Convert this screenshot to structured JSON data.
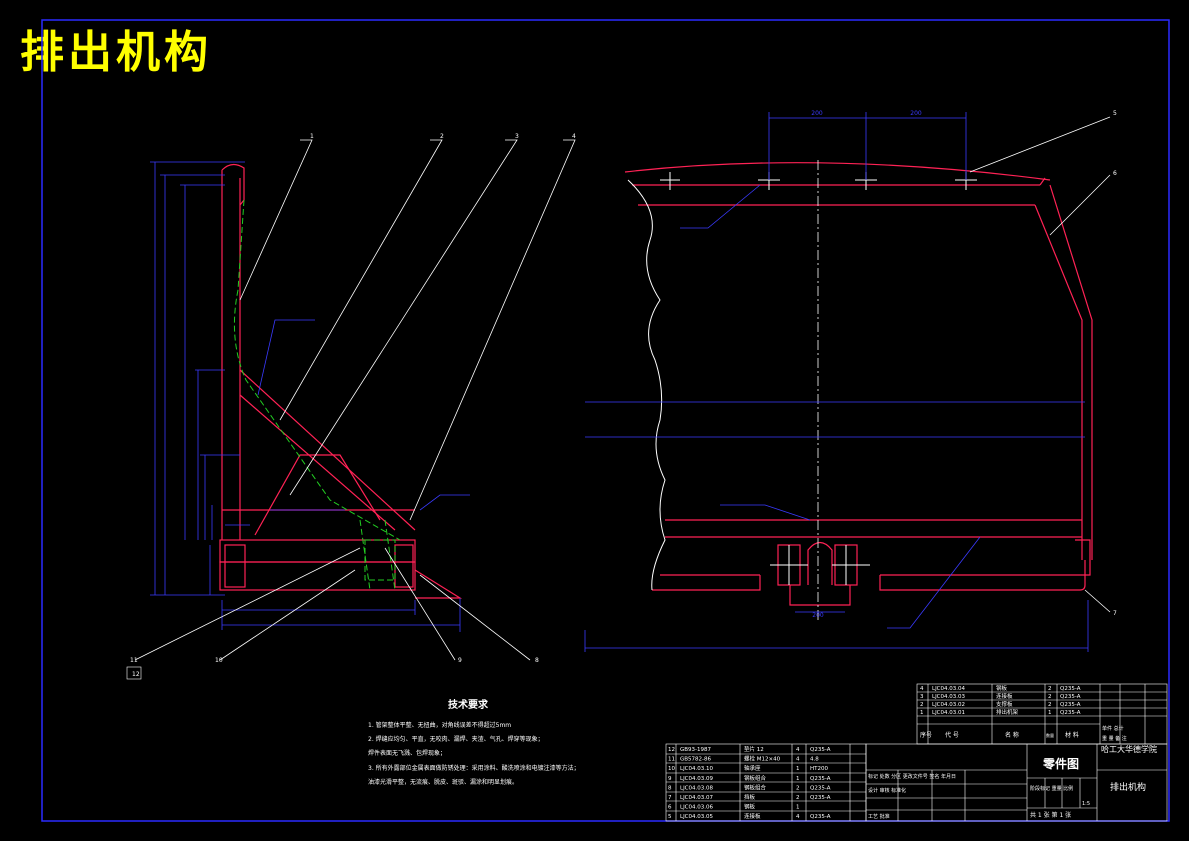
{
  "title": "排出机构",
  "colors": {
    "background": "#000000",
    "frame": "#2a2aff",
    "part": "#ff2255",
    "dim": "#3a3aff",
    "leader": "#ffffff",
    "hidden": "#22cc22",
    "title": "#ffff00"
  },
  "balloons": [
    "1",
    "2",
    "3",
    "4",
    "5",
    "6",
    "7",
    "8",
    "9",
    "10",
    "11",
    "12"
  ],
  "dimensions": {
    "top_left": "200",
    "top_right": "200",
    "bottom_center": "200"
  },
  "tech_req": {
    "heading": "技术要求",
    "items": [
      "1. 管架整体平整、无扭曲，对角线误差不得超过5mm",
      "2. 焊缝应均匀、平直，无咬肉、漏焊、夹渣、气孔、焊穿等现象；",
      "   焊件表面无飞溅、包焊现象；",
      "3. 所有外露部位金属表面做防锈处理：采用涂料、酸洗喷涂和电镀注漆等方法；",
      "   油漆光滑平整，无流痕、脱皮、斑驳、漏涂和明显划痕。"
    ]
  },
  "bom_upper": [
    {
      "no": "4",
      "code": "LJC04.03.04",
      "name": "钢板",
      "qty": "2",
      "mat": "Q235-A"
    },
    {
      "no": "3",
      "code": "LJC04.03.03",
      "name": "连接板",
      "qty": "2",
      "mat": "Q235-A"
    },
    {
      "no": "2",
      "code": "LJC04.03.02",
      "name": "支撑板",
      "qty": "2",
      "mat": "Q235-A"
    },
    {
      "no": "1",
      "code": "LJC04.03.01",
      "name": "排出机架",
      "qty": "1",
      "mat": "Q235-A"
    }
  ],
  "bom_upper_header": {
    "no": "序号",
    "code": "代 号",
    "name": "名 称",
    "qty": "数量",
    "mat": "材 料",
    "weight": "单件 总计",
    "note": "重 量 备 注"
  },
  "bom_lower": [
    {
      "no": "12",
      "code": "GB93-1987",
      "name": "垫片 12",
      "qty": "4",
      "mat": "Q235-A"
    },
    {
      "no": "11",
      "code": "GB5782-86",
      "name": "螺栓 M12×40",
      "qty": "4",
      "mat": "4.8"
    },
    {
      "no": "10",
      "code": "LJC04.03.10",
      "name": "轴承座",
      "qty": "1",
      "mat": "HT200"
    },
    {
      "no": "9",
      "code": "LJC04.03.09",
      "name": "钢板组合",
      "qty": "1",
      "mat": "Q235-A"
    },
    {
      "no": "8",
      "code": "LJC04.03.08",
      "name": "钢板组合",
      "qty": "2",
      "mat": "Q235-A"
    },
    {
      "no": "7",
      "code": "LJC04.03.07",
      "name": "挡板",
      "qty": "2",
      "mat": "Q235-A"
    },
    {
      "no": "6",
      "code": "LJC04.03.06",
      "name": "钢板",
      "qty": "1",
      "mat": ""
    },
    {
      "no": "5",
      "code": "LJC04.03.05",
      "name": "连接板",
      "qty": "4",
      "mat": "Q235-A"
    }
  ],
  "title_block": {
    "drawing_type": "零件图",
    "school": "哈工大华德学院",
    "drawing_name": "排出机构",
    "scale": "1:5",
    "sheet": "共 1 张  第 1 张",
    "row1": "标记 处数 分区 更改文件号 签名 年月日",
    "row2": "设计 审核 标准化",
    "row3": "工艺 批准",
    "labels": "阶段标记 重量 比例"
  }
}
